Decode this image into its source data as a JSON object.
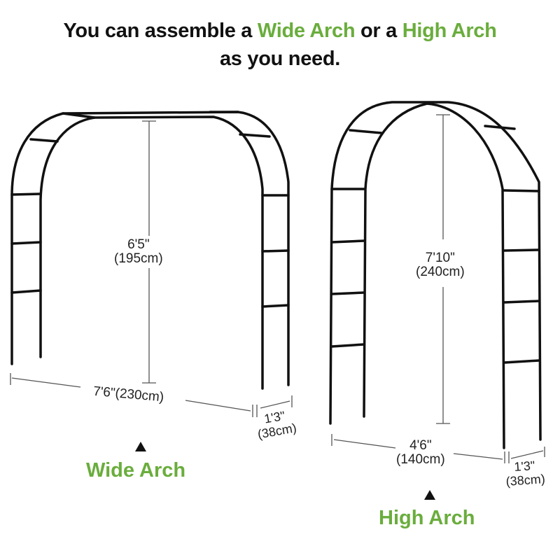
{
  "headline": {
    "part1": "You can assemble a ",
    "highlight1": "Wide Arch",
    "part2": " or a ",
    "highlight2": "High Arch",
    "line2": "as you need.",
    "highlight_color": "#6aad3d"
  },
  "wide_arch": {
    "label": "Wide Arch",
    "height_ft": "6'5\"",
    "height_cm": "(195cm)",
    "width": "7'6\"(230cm)",
    "depth_ft": "1'3\"",
    "depth_cm": "(38cm)",
    "pointer_icon": "triangle-up-icon"
  },
  "high_arch": {
    "label": "High Arch",
    "height_ft": "7'10\"",
    "height_cm": "(240cm)",
    "width_ft": "4'6\"",
    "width_cm": "(140cm)",
    "depth_ft": "1'3\"",
    "depth_cm": "(38cm)",
    "pointer_icon": "triangle-up-icon"
  }
}
